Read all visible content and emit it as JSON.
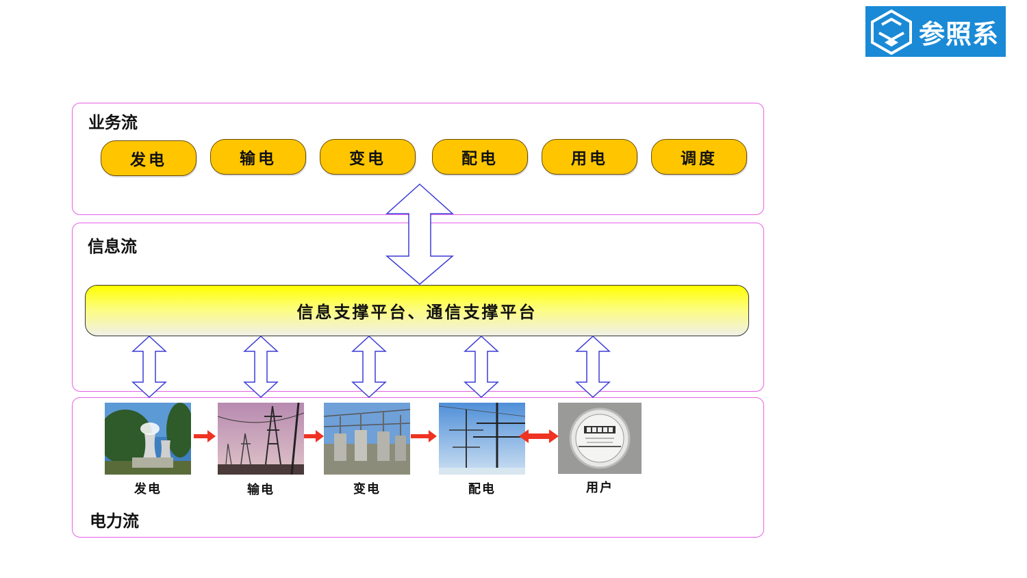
{
  "logo": {
    "text": "参照系",
    "icon": "cube-logo-icon",
    "color": "#1a8ad6"
  },
  "business_flow": {
    "title": "业务流",
    "items": [
      "发电",
      "输电",
      "变电",
      "配电",
      "用电",
      "调度"
    ]
  },
  "info_flow": {
    "title": "信息流",
    "platform_label": "信息支撑平台、通信支撑平台"
  },
  "power_flow": {
    "title": "电力流",
    "stations": [
      {
        "label": "发电",
        "icon": "power-plant-photo"
      },
      {
        "label": "输电",
        "icon": "transmission-tower-photo"
      },
      {
        "label": "变电",
        "icon": "substation-photo"
      },
      {
        "label": "配电",
        "icon": "distribution-pole-photo"
      },
      {
        "label": "用户",
        "icon": "electric-meter-photo"
      }
    ]
  },
  "colors": {
    "layer_border": "#e75fe5",
    "pill_fill": "#ffc600",
    "platform_top": "#ffff00",
    "arrow_outline": "#3a3ad8",
    "flow_arrow": "#ee3322"
  }
}
